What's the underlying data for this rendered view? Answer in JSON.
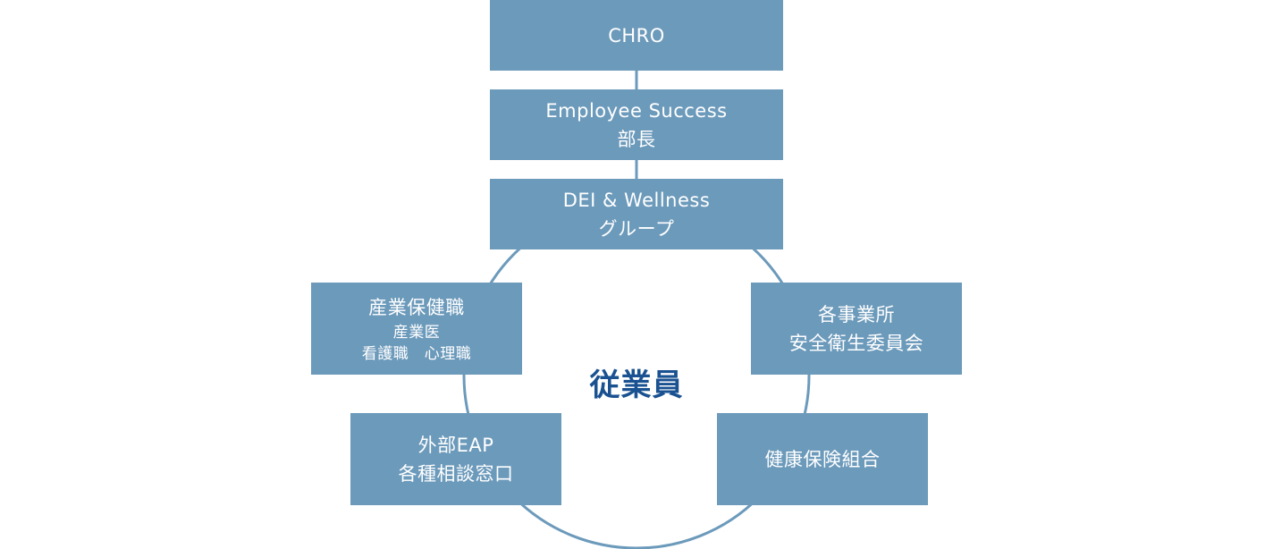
{
  "diagram": {
    "center": {
      "label": "従業員"
    },
    "chain": {
      "chro": {
        "line1": "CHRO"
      },
      "employee_success": {
        "line1": "Employee Success",
        "line2": "部長"
      },
      "dei_wellness": {
        "line1": "DEI & Wellness",
        "line2": "グループ"
      }
    },
    "ring": {
      "occupational_health": {
        "title": "産業保健職",
        "sub1": "産業医",
        "sub2": "看護職　心理職"
      },
      "safety_committee": {
        "line1": "各事業所",
        "line2": "安全衛生委員会"
      },
      "external_eap": {
        "line1": "外部EAP",
        "line2": "各種相談窓口"
      },
      "health_insurance": {
        "line1": "健康保険組合"
      }
    },
    "colors": {
      "box_fill": "#6c9abb",
      "box_text": "#ffffff",
      "connector": "#6c9abb",
      "center_text": "#1a5191"
    }
  }
}
